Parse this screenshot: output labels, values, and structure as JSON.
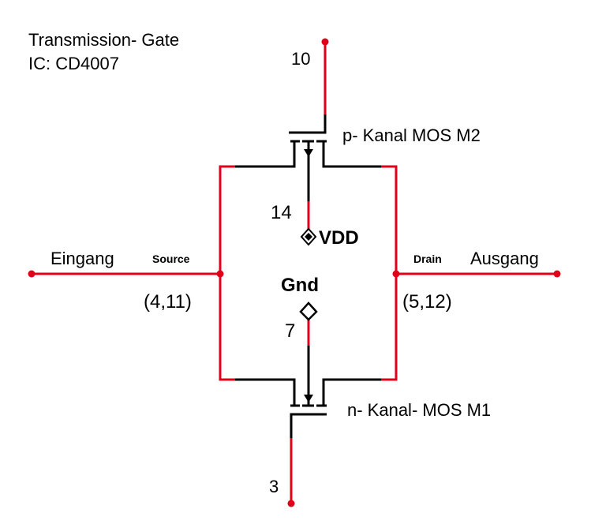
{
  "title": "Transmission- Gate",
  "ic": "IC: CD4007",
  "labels": {
    "pin_top": "10",
    "pin_bottom": "3",
    "pin_vdd": "14",
    "pin_gnd": "7",
    "vdd": "VDD",
    "gnd": "Gnd",
    "input": "Eingang",
    "output": "Ausgang",
    "source": "Source",
    "drain": "Drain",
    "source_pins": "(4,11)",
    "drain_pins": "(5,12)",
    "pmos": "p- Kanal MOS M2",
    "nmos": "n- Kanal- MOS M1"
  },
  "colors": {
    "wire": "#e0001a",
    "device": "#000000"
  }
}
